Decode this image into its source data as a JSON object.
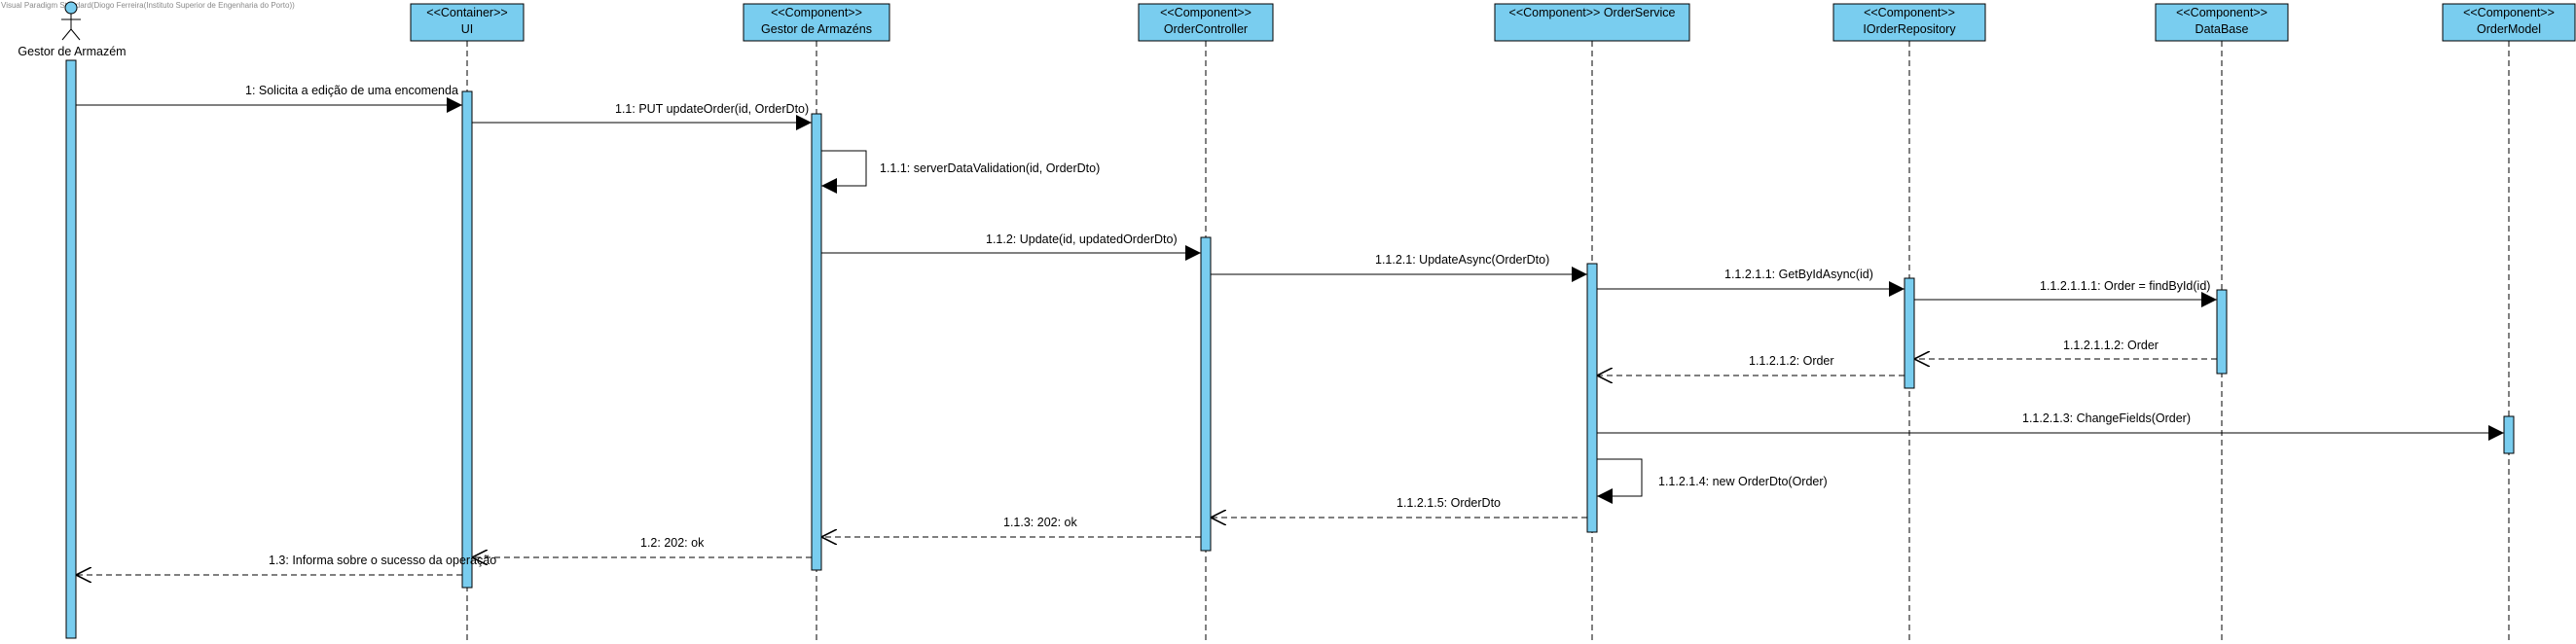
{
  "watermark": "Visual Paradigm Standard(Diogo Ferreira(Instituto Superior de Engenharia do Porto))",
  "colors": {
    "fill": "#79CDEF",
    "stroke": "#000000"
  },
  "actor": {
    "name": "Gestor de Armazém"
  },
  "participants": [
    {
      "stereotype": "<<Container>>",
      "name": "UI"
    },
    {
      "stereotype": "<<Component>>",
      "name": "Gestor de Armazéns"
    },
    {
      "stereotype": "<<Component>>",
      "name": "OrderController"
    },
    {
      "stereotype": "<<Component>> OrderService",
      "name": ""
    },
    {
      "stereotype": "<<Component>>",
      "name": "IOrderRepository"
    },
    {
      "stereotype": "<<Component>>",
      "name": "DataBase"
    },
    {
      "stereotype": "<<Component>>",
      "name": "OrderModel"
    }
  ],
  "messages": [
    {
      "label": "1: Solicita a edição de uma encomenda",
      "from": "actor",
      "to": "UI",
      "kind": "call"
    },
    {
      "label": "1.1: PUT updateOrder(id, OrderDto)",
      "from": "UI",
      "to": "Gestor de Armazéns",
      "kind": "call"
    },
    {
      "label": "1.1.1: serverDataValidation(id, OrderDto)",
      "from": "Gestor de Armazéns",
      "to": "Gestor de Armazéns",
      "kind": "self"
    },
    {
      "label": "1.1.2: Update(id, updatedOrderDto)",
      "from": "Gestor de Armazéns",
      "to": "OrderController",
      "kind": "call"
    },
    {
      "label": "1.1.2.1: UpdateAsync(OrderDto)",
      "from": "OrderController",
      "to": "OrderService",
      "kind": "call"
    },
    {
      "label": "1.1.2.1.1: GetByIdAsync(id)",
      "from": "OrderService",
      "to": "IOrderRepository",
      "kind": "call"
    },
    {
      "label": "1.1.2.1.1.1: Order = findById(id)",
      "from": "IOrderRepository",
      "to": "DataBase",
      "kind": "call"
    },
    {
      "label": "1.1.2.1.1.2: Order",
      "from": "DataBase",
      "to": "IOrderRepository",
      "kind": "return"
    },
    {
      "label": "1.1.2.1.2: Order",
      "from": "IOrderRepository",
      "to": "OrderService",
      "kind": "return"
    },
    {
      "label": "1.1.2.1.3: ChangeFields(Order)",
      "from": "OrderService",
      "to": "OrderModel",
      "kind": "call"
    },
    {
      "label": "1.1.2.1.4: new OrderDto(Order)",
      "from": "OrderService",
      "to": "OrderService",
      "kind": "self"
    },
    {
      "label": "1.1.2.1.5: OrderDto",
      "from": "OrderService",
      "to": "OrderController",
      "kind": "return"
    },
    {
      "label": "1.1.3: 202: ok",
      "from": "OrderController",
      "to": "Gestor de Armazéns",
      "kind": "return"
    },
    {
      "label": "1.2: 202: ok",
      "from": "Gestor de Armazéns",
      "to": "UI",
      "kind": "return"
    },
    {
      "label": "1.3: Informa sobre o sucesso da operação",
      "from": "UI",
      "to": "actor",
      "kind": "return"
    }
  ]
}
